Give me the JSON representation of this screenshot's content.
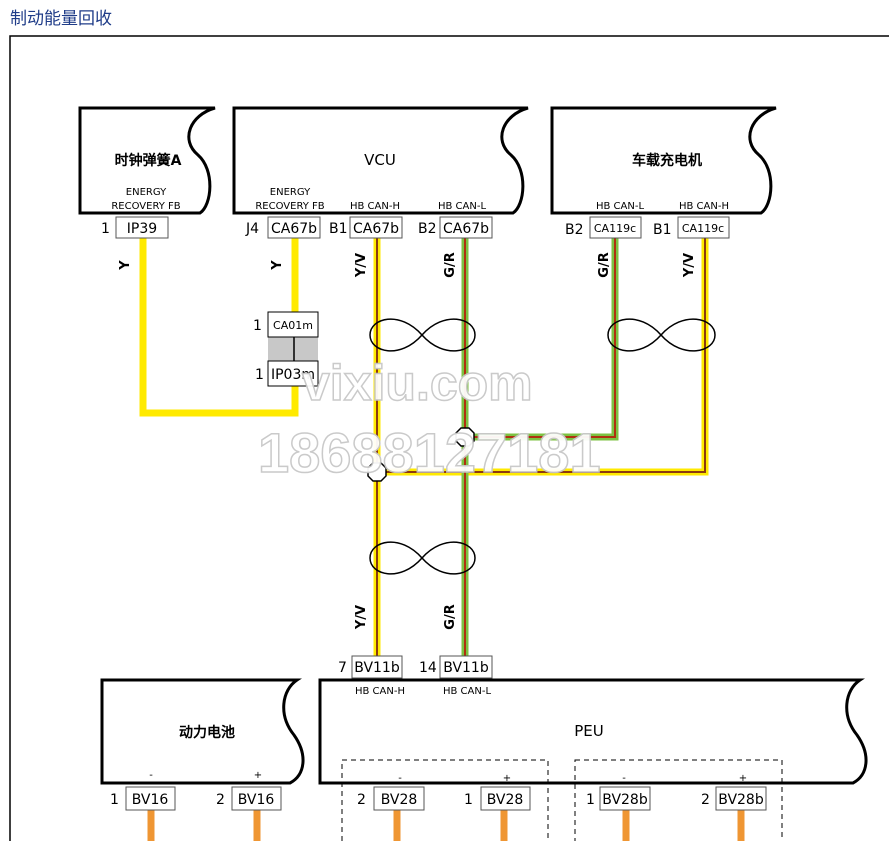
{
  "title": "制动能量回收",
  "colors": {
    "yellow": "#ffea00",
    "green": "#7cc242",
    "stripe": "#8b3a0f",
    "orange": "#ef9633",
    "title": "#1f3c88"
  },
  "components": {
    "clockspring": {
      "name": "时钟弹簧A",
      "sig1": "ENERGY",
      "sig2": "RECOVERY FB",
      "pin": "1",
      "conn": "IP39"
    },
    "vcu": {
      "name": "VCU",
      "sig_a1": "ENERGY",
      "sig_a2": "RECOVERY FB",
      "sig_b": "HB CAN-H",
      "sig_c": "HB CAN-L",
      "pin_a": "J4",
      "conn_a": "CA67b",
      "pin_b": "B1",
      "conn_b": "CA67b",
      "pin_c": "B2",
      "conn_c": "CA67b"
    },
    "charger": {
      "name": "车载充电机",
      "sig_a": "HB CAN-L",
      "sig_b": "HB CAN-H",
      "pin_a": "B2",
      "conn_a": "CA119c",
      "pin_b": "B1",
      "conn_b": "CA119c"
    },
    "inline": {
      "pin_top": "1",
      "conn_top": "CA01m",
      "pin_bottom": "1",
      "conn_bottom": "IP03m"
    },
    "peu": {
      "name": "PEU",
      "pin_a": "7",
      "conn_a": "BV11b",
      "pin_b": "14",
      "conn_b": "BV11b",
      "sig_a": "HB CAN-H",
      "sig_b": "HB CAN-L",
      "g1_minus": "-",
      "g1_plus": "+",
      "g2_minus": "-",
      "g2_plus": "+",
      "p1": "2",
      "c1": "BV28",
      "p2": "1",
      "c2": "BV28",
      "p3": "1",
      "c3": "BV28b",
      "p4": "2",
      "c4": "BV28b"
    },
    "battery": {
      "name": "动力电池",
      "minus": "-",
      "plus": "+",
      "p1": "1",
      "c1": "BV16",
      "p2": "2",
      "c2": "BV16"
    }
  },
  "wire_labels": {
    "w1": "Y",
    "w2": "Y",
    "w3": "Y/V",
    "w4": "G/R",
    "w5": "G/R",
    "w6": "Y/V",
    "w7": "Y/V",
    "w8": "G/R"
  },
  "watermark": {
    "line1": "vixiu.com",
    "line2": "18688127181"
  }
}
